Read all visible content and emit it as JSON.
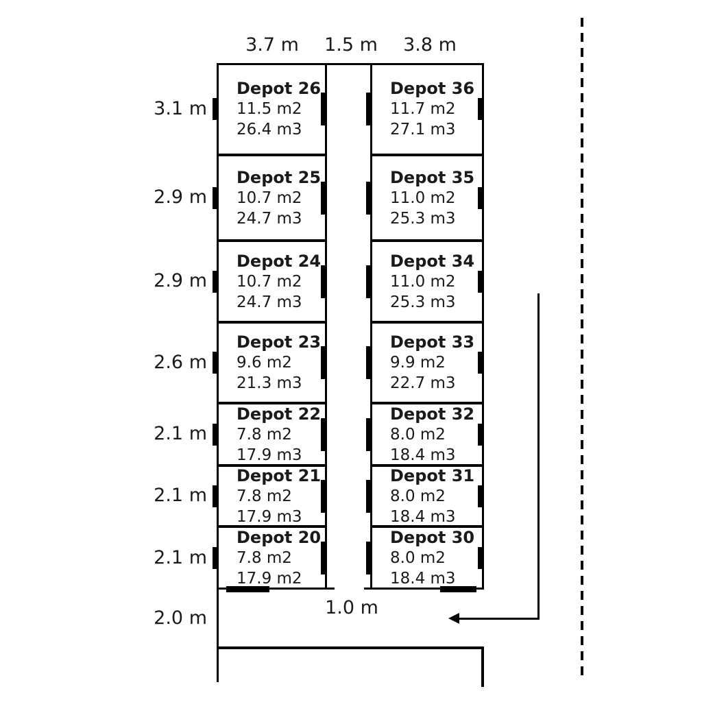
{
  "diagram": {
    "title": "storage-depot-floor-plan",
    "top_dimensions": [
      "3.7 m",
      "1.5 m",
      "3.8 m"
    ],
    "row_dimensions": [
      "3.1 m",
      "2.9 m",
      "2.9 m",
      "2.6 m",
      "2.1 m",
      "2.1 m",
      "2.1 m",
      "2.0 m"
    ],
    "passage_width_label": "1.0 m",
    "left_column_depots": [
      {
        "name": "Depot 26",
        "area": "11.5 m2",
        "volume": "26.4 m3"
      },
      {
        "name": "Depot 25",
        "area": "10.7 m2",
        "volume": "24.7 m3"
      },
      {
        "name": "Depot 24",
        "area": "10.7 m2",
        "volume": "24.7 m3"
      },
      {
        "name": "Depot 23",
        "area": "9.6 m2",
        "volume": "21.3 m3"
      },
      {
        "name": "Depot 22",
        "area": "7.8 m2",
        "volume": "17.9 m3"
      },
      {
        "name": "Depot 21",
        "area": "7.8 m2",
        "volume": "17.9 m3"
      },
      {
        "name": "Depot 20",
        "area": "7.8 m2",
        "volume": "17.9 m2"
      }
    ],
    "right_column_depots": [
      {
        "name": "Depot 36",
        "area": "11.7 m2",
        "volume": "27.1 m3"
      },
      {
        "name": "Depot 35",
        "area": "11.0 m2",
        "volume": "25.3 m3"
      },
      {
        "name": "Depot 34",
        "area": "11.0 m2",
        "volume": "25.3 m3"
      },
      {
        "name": "Depot 33",
        "area": "9.9 m2",
        "volume": "22.7 m3"
      },
      {
        "name": "Depot 32",
        "area": "8.0 m2",
        "volume": "18.4 m3"
      },
      {
        "name": "Depot 31",
        "area": "8.0 m2",
        "volume": "18.4 m3"
      },
      {
        "name": "Depot 30",
        "area": "8.0 m2",
        "volume": "18.4 m3"
      }
    ],
    "colors": {
      "wall": "#000000",
      "text": "#1a1a1a",
      "background": "#ffffff"
    }
  }
}
